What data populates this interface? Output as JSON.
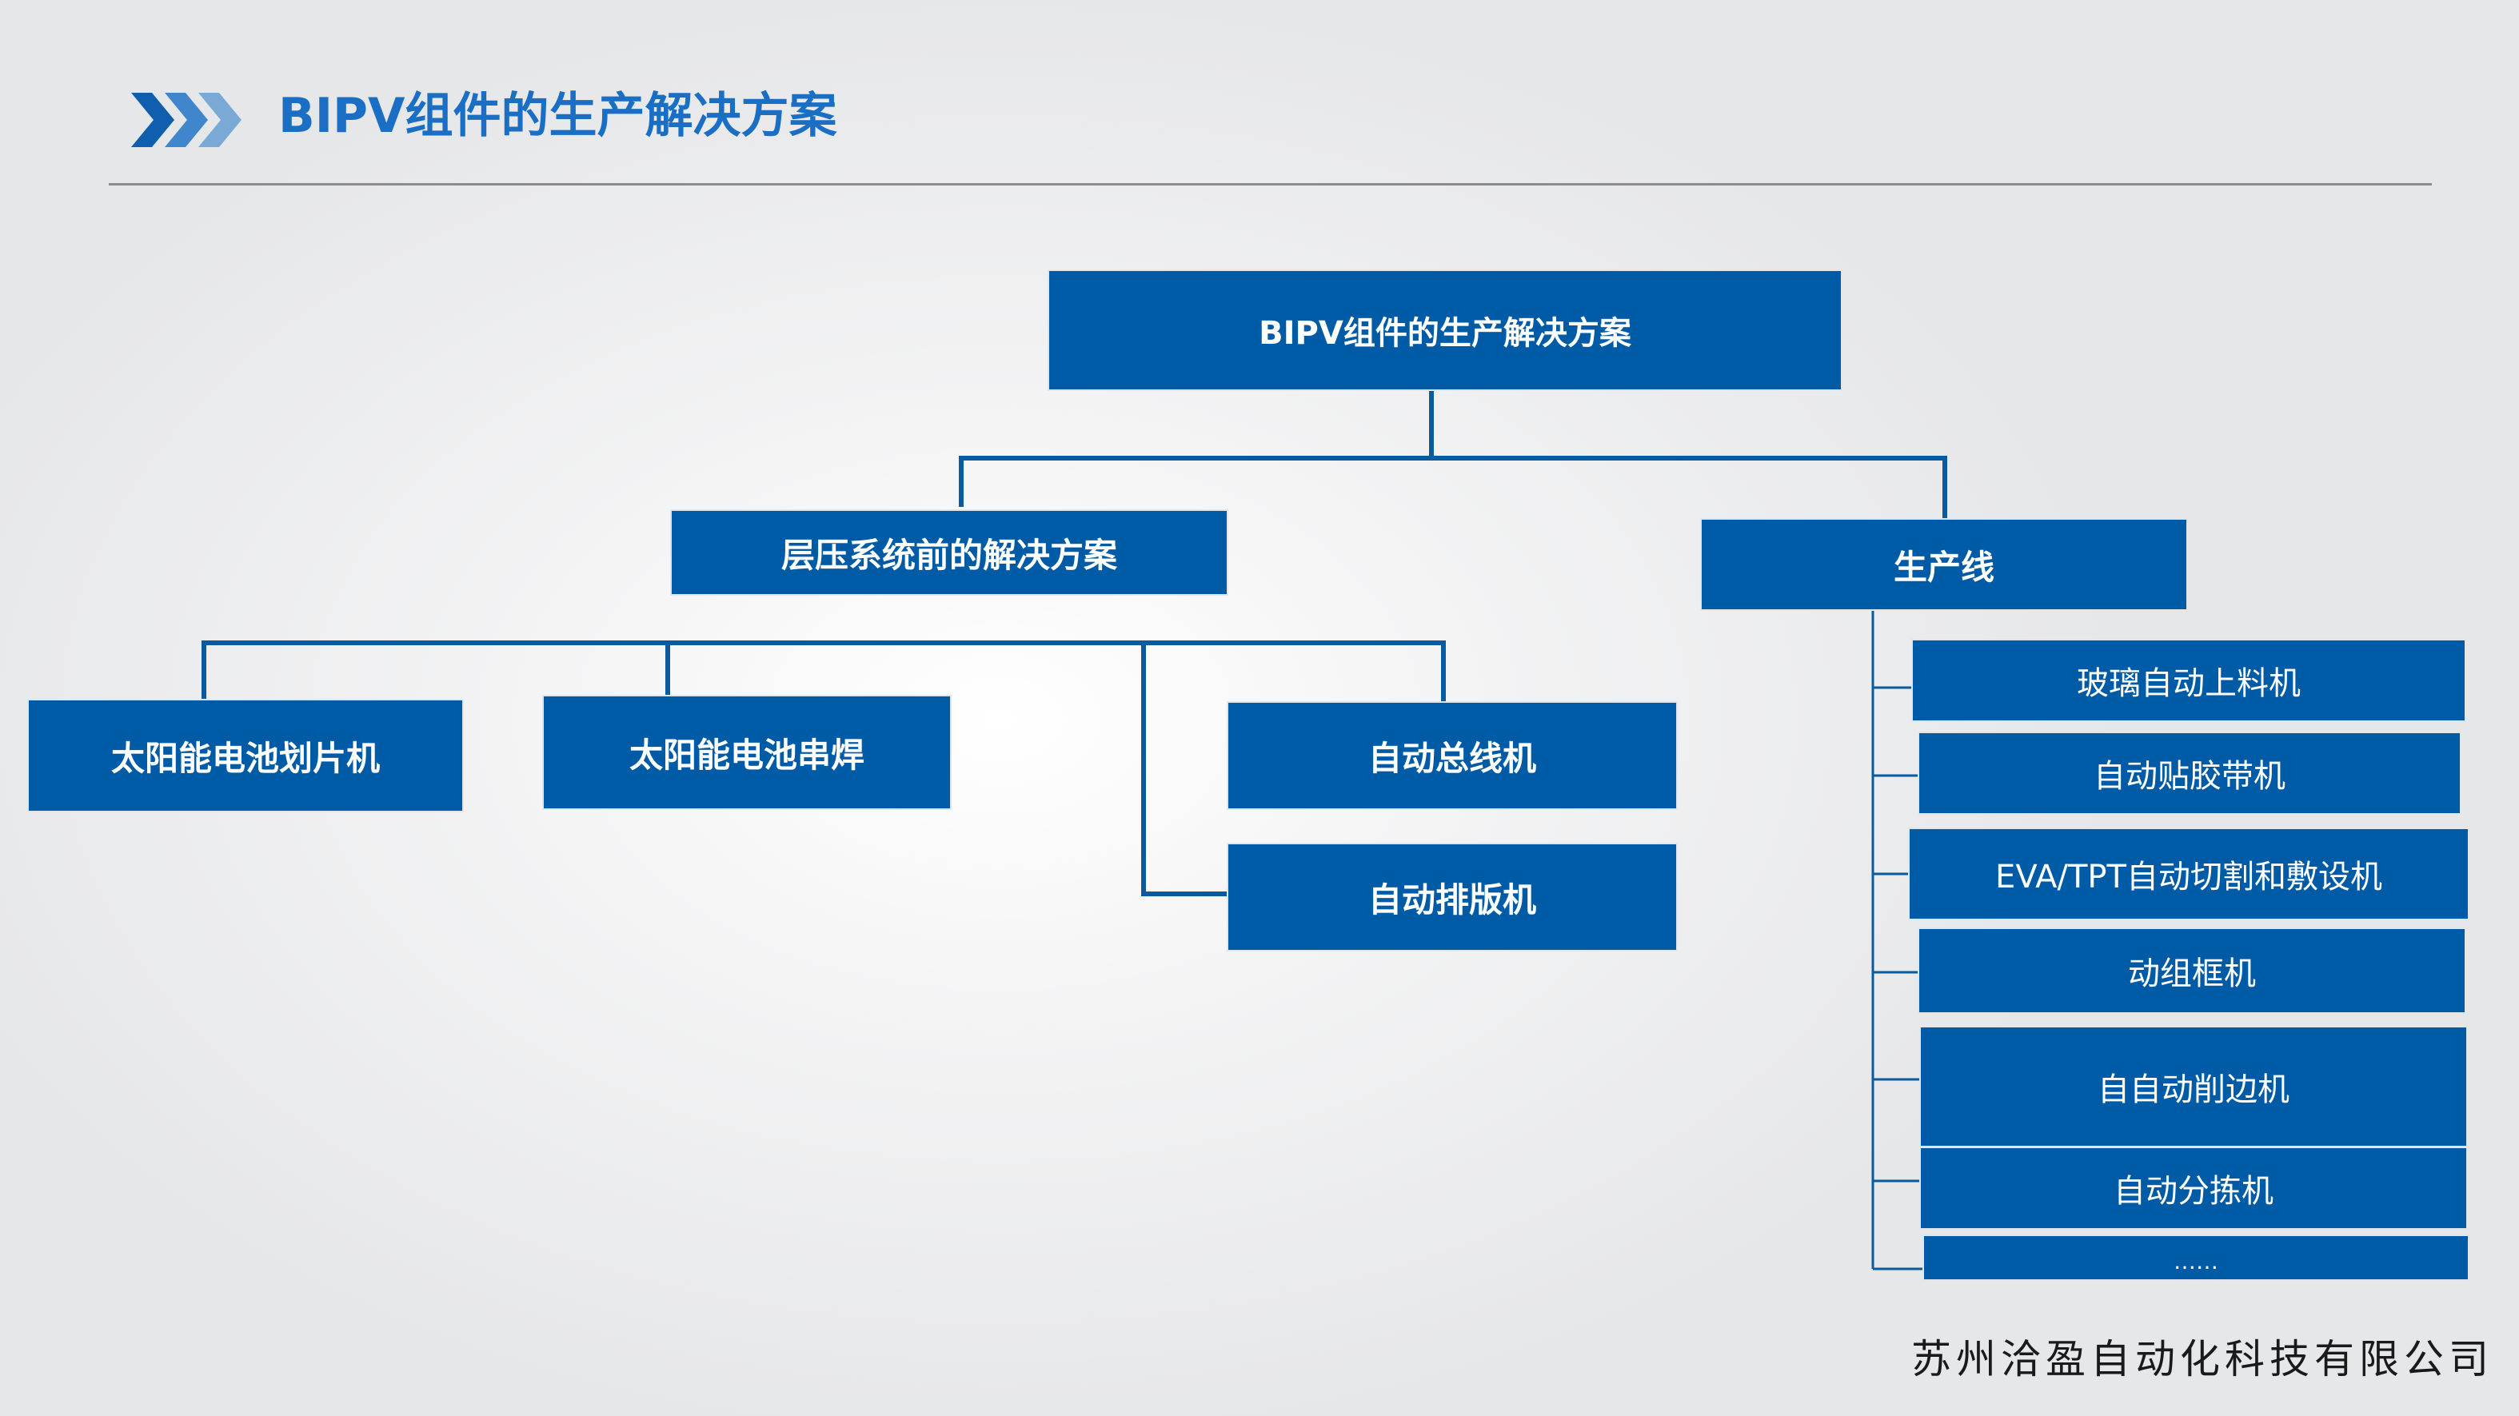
{
  "header": {
    "title": "BIPV组件的生产解决方案"
  },
  "diagram": {
    "root": "BIPV组件的生产解决方案",
    "branch_left": {
      "label": "层压系统前的解决方案",
      "children": [
        "太阳能电池划片机",
        "太阳能电池串焊",
        "自动总线机",
        "自动排版机"
      ]
    },
    "branch_right": {
      "label": "生产线",
      "children": [
        "玻璃自动上料机",
        "自动贴胶带机",
        "EVA/TPT自动切割和敷设机",
        "动组框机",
        "自自动削边机",
        "自动分拣机",
        "……"
      ]
    }
  },
  "footer": {
    "company": "苏州洽盈自动化科技有限公司"
  },
  "colors": {
    "node_fill": "#005ba6",
    "title_blue": "#1a6fc4",
    "connector": "#0a5aa0"
  },
  "icons": {
    "header_chevrons": "triple-chevron-right-icon"
  }
}
